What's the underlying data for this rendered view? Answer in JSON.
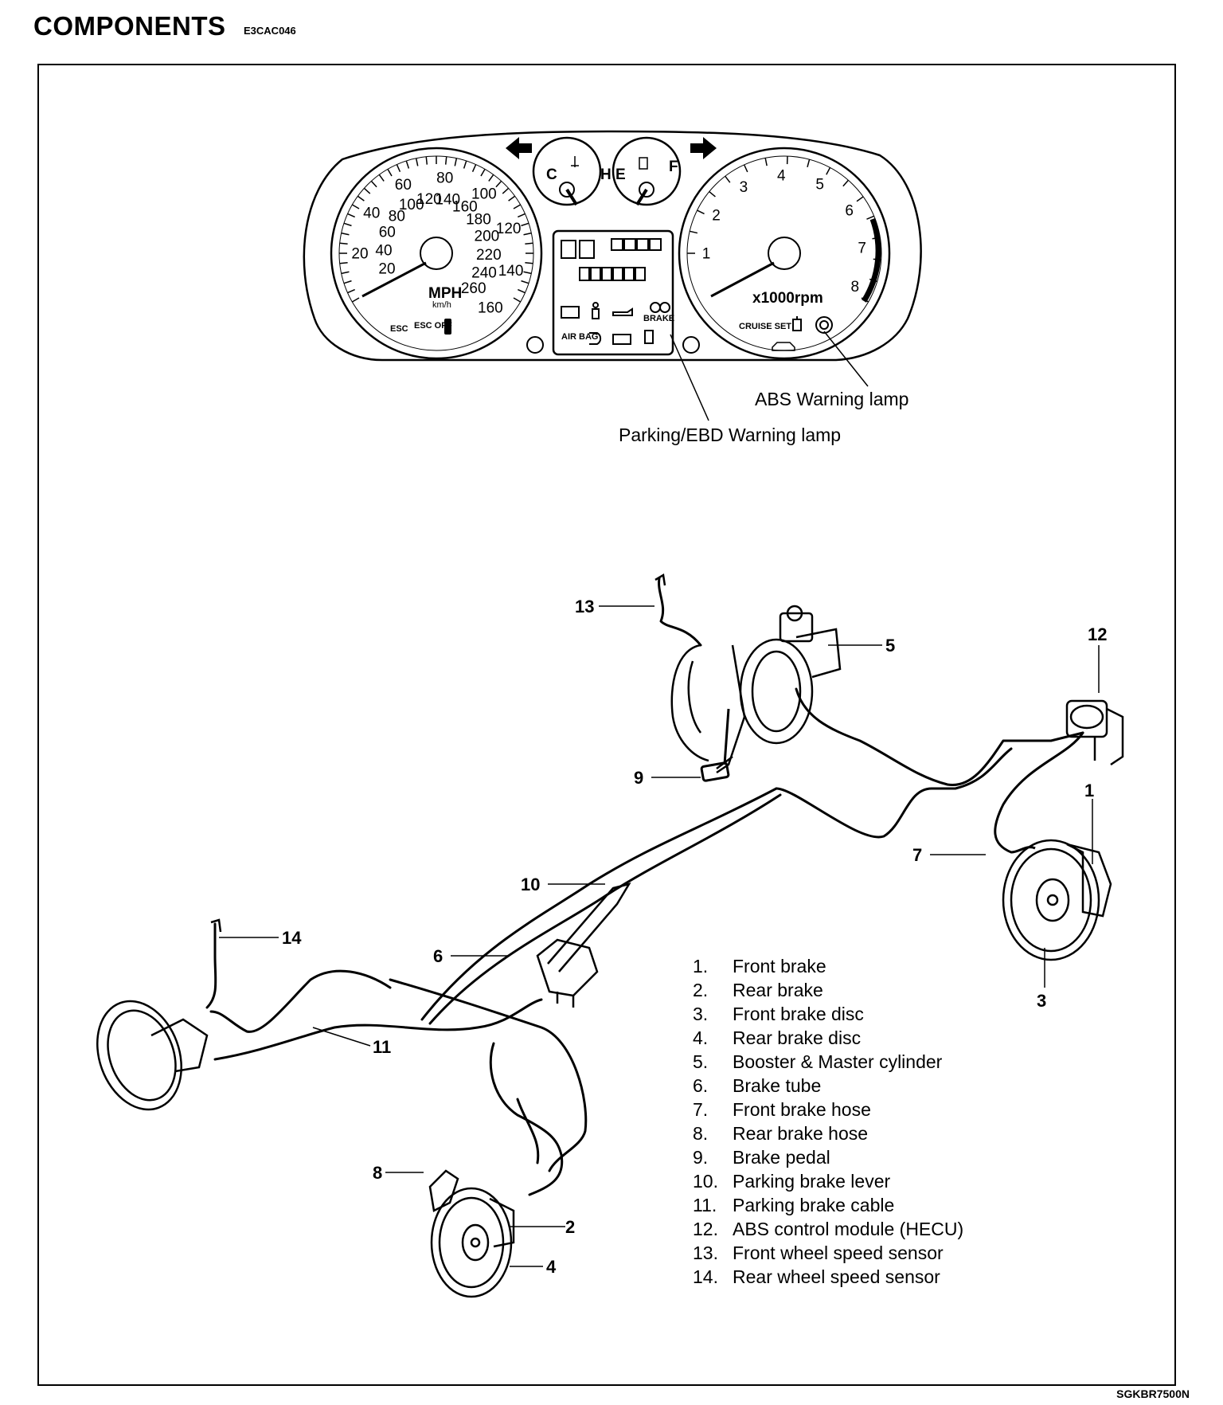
{
  "header": {
    "title": "COMPONENTS",
    "code": "E3CAC046"
  },
  "cluster": {
    "speed_mph_ticks": [
      "20",
      "40",
      "60",
      "80",
      "100",
      "120",
      "140",
      "160"
    ],
    "speed_kmh_ticks": [
      "20",
      "40",
      "60",
      "80",
      "100",
      "120",
      "140",
      "160",
      "180",
      "200",
      "220",
      "240",
      "260"
    ],
    "speed_unit": "MPH",
    "speed_unit_sub": "km/h",
    "tach_ticks": [
      "1",
      "2",
      "3",
      "4",
      "5",
      "6",
      "7",
      "8"
    ],
    "tach_unit": "x1000rpm",
    "esc_label": "ESC",
    "esc_off_label": "ESC OFF",
    "cruise_label": "CRUISE SET",
    "airbag_label": "AIR BAG",
    "brake_label": "BRAKE",
    "temp_c": "C",
    "temp_h": "H",
    "fuel_e": "E",
    "fuel_f": "F"
  },
  "lamp_labels": {
    "abs": "ABS Warning lamp",
    "parking_ebd": "Parking/EBD Warning lamp"
  },
  "callouts": [
    "1",
    "2",
    "3",
    "4",
    "5",
    "6",
    "7",
    "8",
    "9",
    "10",
    "11",
    "12",
    "13",
    "14"
  ],
  "legend": [
    {
      "num": "1.",
      "label": "Front brake"
    },
    {
      "num": "2.",
      "label": "Rear brake"
    },
    {
      "num": "3.",
      "label": "Front brake disc"
    },
    {
      "num": "4.",
      "label": "Rear brake disc"
    },
    {
      "num": "5.",
      "label": "Booster & Master cylinder"
    },
    {
      "num": "6.",
      "label": "Brake tube"
    },
    {
      "num": "7.",
      "label": "Front brake hose"
    },
    {
      "num": "8.",
      "label": "Rear brake hose"
    },
    {
      "num": "9.",
      "label": "Brake pedal"
    },
    {
      "num": "10.",
      "label": "Parking brake lever"
    },
    {
      "num": "11.",
      "label": "Parking brake cable"
    },
    {
      "num": "12.",
      "label": "ABS control module (HECU)"
    },
    {
      "num": "13.",
      "label": "Front wheel speed sensor"
    },
    {
      "num": "14.",
      "label": "Rear wheel speed sensor"
    }
  ],
  "footer": {
    "figure_code": "SGKBR7500N"
  }
}
